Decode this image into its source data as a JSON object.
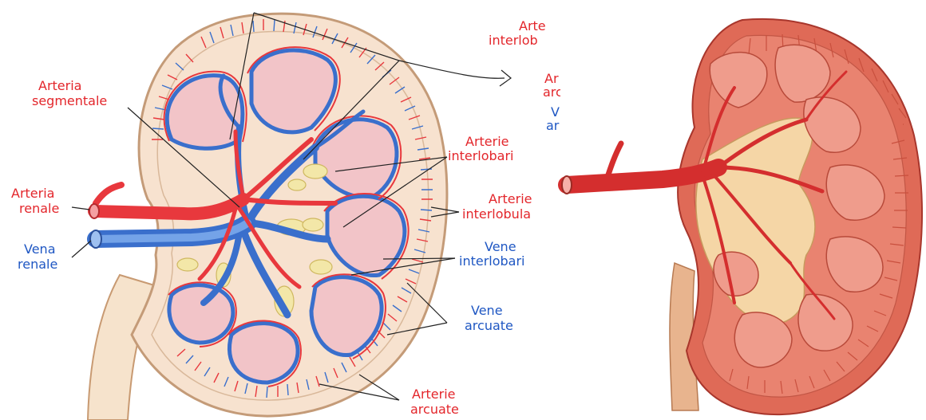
{
  "colors": {
    "artery": "#e8383d",
    "vein": "#3a6fcc",
    "label_red": "#e3262b",
    "label_blue": "#1f57c3",
    "cortex": "#f7e2cf",
    "pyramid": "#f2c4c8",
    "fat": "#f3e7a8",
    "photo_red": "#d9574a"
  },
  "labels": {
    "arteria_segmentale": [
      "Arteria",
      "segmentale"
    ],
    "arteria_renale": [
      "Arteria",
      "renale"
    ],
    "vena_renale": [
      "Vena",
      "renale"
    ],
    "arterie_interlobari": [
      "Arterie",
      "interlobari"
    ],
    "arterie_interlobulari": [
      "Arterie",
      "interlobula"
    ],
    "vene_interlobari": [
      "Vene",
      "interlobari"
    ],
    "vene_arcuate": [
      "Vene",
      "arcuate"
    ],
    "arterie_arcuate": [
      "Arterie",
      "arcuate"
    ],
    "inset_arterie_interlob": [
      "Arte",
      "interlob"
    ],
    "inset_arc_red": [
      "Ar",
      "arc"
    ],
    "inset_arc_blue": [
      "V",
      "ar"
    ]
  }
}
